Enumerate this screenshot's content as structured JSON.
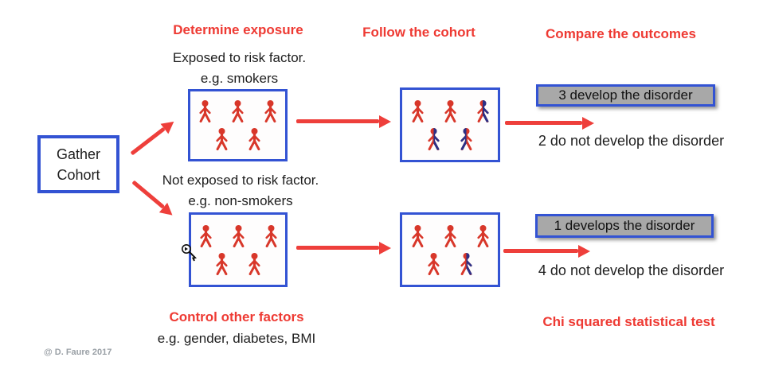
{
  "colors": {
    "red_text": "#ee3a33",
    "arrow_red": "#ee3f3b",
    "box_blue": "#3353d3",
    "gray_fill": "#a8a8a8",
    "figure_red": "#d8372a",
    "figure_blue": "#2b3087",
    "watermark_gray": "#9aa0a6"
  },
  "headers": {
    "determine_exposure": "Determine exposure",
    "follow_the_cohort": "Follow the cohort",
    "compare_the_outcomes": "Compare the outcomes"
  },
  "labels": {
    "exposed_line1": "Exposed to risk factor.",
    "exposed_line2": "e.g. smokers",
    "not_exposed_line1": "Not exposed to risk factor.",
    "not_exposed_line2": "e.g. non-smokers",
    "gather_line1": "Gather",
    "gather_line2": "Cohort",
    "control_other_factors": "Control other factors",
    "control_examples": "e.g. gender, diabetes, BMI",
    "chi_squared": "Chi squared statistical test",
    "watermark": "@ D. Faure 2017"
  },
  "outcomes": {
    "exposed_box": "3 develop the disorder",
    "exposed_text": "2 do not develop the disorder",
    "unexposed_box": "1 develops the disorder",
    "unexposed_text": "4 do not develop the disorder"
  },
  "groups": {
    "exposed_start": {
      "rows": [
        [
          "red",
          "red",
          "red"
        ],
        [
          "red",
          "red"
        ]
      ]
    },
    "exposed_followed": {
      "rows": [
        [
          "red",
          "red",
          "half_r"
        ],
        [
          "half_r",
          "half_l"
        ]
      ]
    },
    "unexposed_start": {
      "rows": [
        [
          "red",
          "red",
          "red"
        ],
        [
          "red",
          "red"
        ]
      ]
    },
    "unexposed_followed": {
      "rows": [
        [
          "red",
          "red",
          "red"
        ],
        [
          "red",
          "half_r"
        ]
      ]
    }
  },
  "icons": {
    "cursor": "magnifier-zoom-cursor"
  }
}
